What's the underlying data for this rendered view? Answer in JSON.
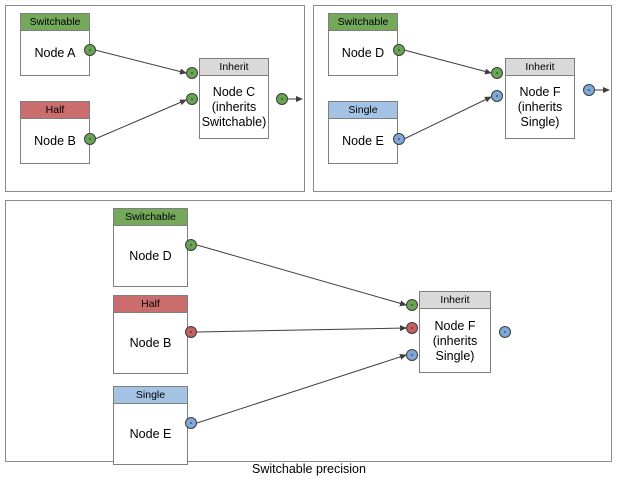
{
  "diagram": {
    "caption": "Switchable precision",
    "colors": {
      "switchable": "#74a85a",
      "half": "#cb6d6d",
      "single": "#a3c2e4",
      "inherit": "#d9d9d9",
      "port_green": "#67a552",
      "port_red": "#c4605f",
      "port_blue": "#7fa8d8",
      "border": "#7f7f7f",
      "panel_border": "#8c8c8c",
      "edge": "#3f3f3f"
    }
  },
  "panels": [
    {
      "id": "panel-top-left",
      "name": "top-left-example",
      "nodes": [
        {
          "id": "a",
          "header": "Switchable",
          "header_style": "switchable",
          "body": "Node A",
          "ports_out": [
            "green"
          ]
        },
        {
          "id": "b",
          "header": "Half",
          "header_style": "half",
          "body": "Node B",
          "ports_out": [
            "green"
          ]
        },
        {
          "id": "c",
          "header": "Inherit",
          "header_style": "inherit",
          "body": "Node C\n(inherits\nSwitchable)",
          "ports_in": [
            "green",
            "green"
          ],
          "ports_out": [
            "green"
          ]
        }
      ],
      "edges": [
        {
          "from": "a",
          "to": "c"
        },
        {
          "from": "b",
          "to": "c"
        }
      ]
    },
    {
      "id": "panel-top-right",
      "name": "top-right-example",
      "nodes": [
        {
          "id": "d",
          "header": "Switchable",
          "header_style": "switchable",
          "body": "Node D",
          "ports_out": [
            "green"
          ]
        },
        {
          "id": "e",
          "header": "Single",
          "header_style": "single",
          "body": "Node E",
          "ports_out": [
            "blue"
          ]
        },
        {
          "id": "f",
          "header": "Inherit",
          "header_style": "inherit",
          "body": "Node F\n(inherits\nSingle)",
          "ports_in": [
            "green",
            "blue"
          ],
          "ports_out": [
            "blue"
          ]
        }
      ],
      "edges": [
        {
          "from": "d",
          "to": "f"
        },
        {
          "from": "e",
          "to": "f"
        }
      ]
    },
    {
      "id": "panel-bottom",
      "name": "bottom-example",
      "nodes": [
        {
          "id": "d2",
          "header": "Switchable",
          "header_style": "switchable",
          "body": "Node D",
          "ports_out": [
            "green"
          ]
        },
        {
          "id": "b2",
          "header": "Half",
          "header_style": "half",
          "body": "Node B",
          "ports_out": [
            "red"
          ]
        },
        {
          "id": "e2",
          "header": "Single",
          "header_style": "single",
          "body": "Node E",
          "ports_out": [
            "blue"
          ]
        },
        {
          "id": "f2",
          "header": "Inherit",
          "header_style": "inherit",
          "body": "Node F\n(inherits\nSingle)",
          "ports_in": [
            "green",
            "red",
            "blue"
          ],
          "ports_out": [
            "blue"
          ]
        }
      ],
      "edges": [
        {
          "from": "d2",
          "to": "f2"
        },
        {
          "from": "b2",
          "to": "f2"
        },
        {
          "from": "e2",
          "to": "f2"
        }
      ]
    }
  ],
  "labels": {
    "node_a_header": "Switchable",
    "node_a_body": "Node A",
    "node_b_header": "Half",
    "node_b_body": "Node B",
    "node_c_header": "Inherit",
    "node_c_body": "Node C\n(inherits\nSwitchable)",
    "node_d_header": "Switchable",
    "node_d_body": "Node D",
    "node_e_header": "Single",
    "node_e_body": "Node E",
    "node_f_header": "Inherit",
    "node_f_body": "Node F\n(inherits\nSingle)",
    "node_d2_header": "Switchable",
    "node_d2_body": "Node D",
    "node_b2_header": "Half",
    "node_b2_body": "Node B",
    "node_e2_header": "Single",
    "node_e2_body": "Node E",
    "node_f2_header": "Inherit",
    "node_f2_body": "Node F\n(inherits\nSingle)"
  }
}
